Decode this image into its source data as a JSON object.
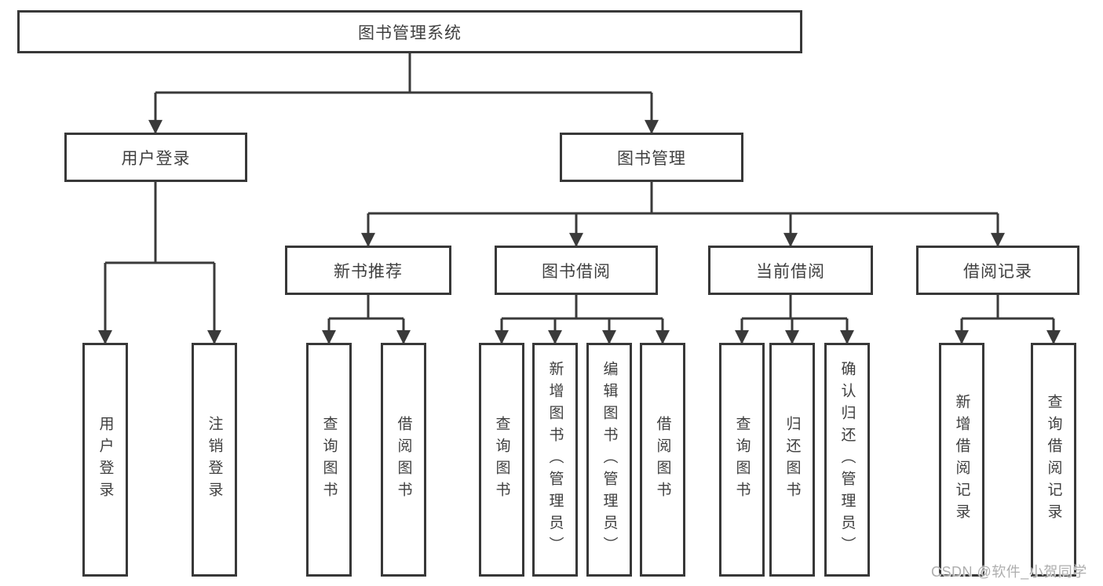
{
  "diagram": {
    "root": {
      "label": "图书管理系统"
    },
    "level2": [
      {
        "label": "用户登录"
      },
      {
        "label": "图书管理"
      }
    ],
    "level3": [
      {
        "label": "新书推荐"
      },
      {
        "label": "图书借阅"
      },
      {
        "label": "当前借阅"
      },
      {
        "label": "借阅记录"
      }
    ],
    "leaves": [
      {
        "label": "用户登录"
      },
      {
        "label": "注销登录"
      },
      {
        "label": "查询图书"
      },
      {
        "label": "借阅图书"
      },
      {
        "label": "查询图书"
      },
      {
        "label": "新增图书（管理员）"
      },
      {
        "label": "编辑图书（管理员）"
      },
      {
        "label": "借阅图书"
      },
      {
        "label": "查询图书"
      },
      {
        "label": "归还图书"
      },
      {
        "label": "确认归还（管理员）"
      },
      {
        "label": "新增借阅记录"
      },
      {
        "label": "查询借阅记录"
      }
    ],
    "watermark": "CSDN @软件_小贺同学",
    "colors": {
      "line": "#3a3a3a",
      "border": "#383838",
      "text": "#3f3f3f",
      "watermark": "#aeaeae",
      "background": "#ffffff"
    }
  }
}
